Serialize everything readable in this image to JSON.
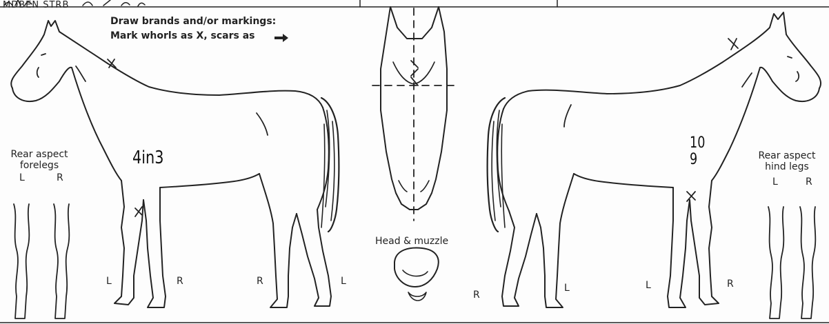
{
  "header": {
    "instruction_line_1": "Draw brands and/or markings:",
    "instruction_line_2": "Mark whorls as X, scars as"
  },
  "forelegs_panel": {
    "title_line_1": "Rear aspect",
    "title_line_2": "forelegs",
    "left": "L",
    "right": "R"
  },
  "hindlegs_panel": {
    "title_line_1": "Rear aspect",
    "title_line_2": "hind legs",
    "left": "L",
    "right": "R"
  },
  "head_panel": {
    "label": "Head & muzzle"
  },
  "left_horse_leg_labels": {
    "front_left": "L",
    "front_right": "R",
    "hind_right": "R",
    "hind_left": "L"
  },
  "right_horse_leg_labels": {
    "hind_right": "R",
    "hind_left": "L",
    "front_left": "L",
    "front_right": "R"
  },
  "annotations": {
    "left_shoulder_note": "4in3",
    "right_flank_note_line_1": "10",
    "right_flank_note_line_2": "9",
    "header_scribble": "MDBEN STRB"
  }
}
